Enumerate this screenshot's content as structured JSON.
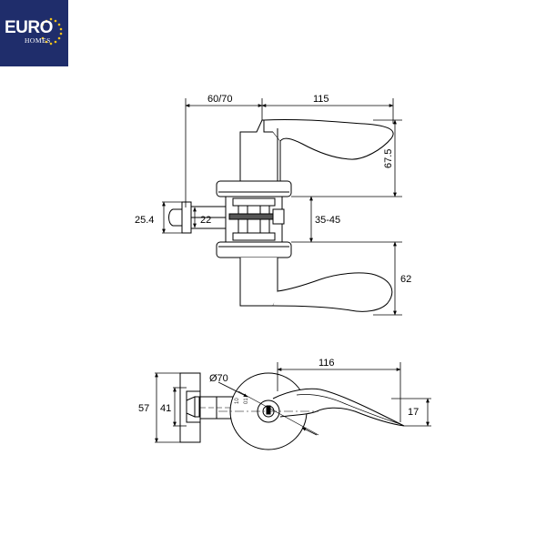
{
  "logo": {
    "brand": "EURO",
    "subtitle": "HOMES"
  },
  "top_view": {
    "dims": {
      "backset": "60/70",
      "lever_length": "115",
      "upper_height": "67.5",
      "lower_height": "62",
      "thickness": "35-45",
      "latch_face": "25.4",
      "latch_width": "22"
    }
  },
  "bottom_view": {
    "dims": {
      "rose_diameter": "Ø70",
      "lever_length": "116",
      "plate_height": "57",
      "plate_inner": "41",
      "lever_height": "17"
    },
    "marks": {
      "mark1": "10",
      "mark2": "01"
    }
  },
  "colors": {
    "logo_bg": "#1f2d6b",
    "line": "#000000",
    "star": "#f2c21b"
  }
}
